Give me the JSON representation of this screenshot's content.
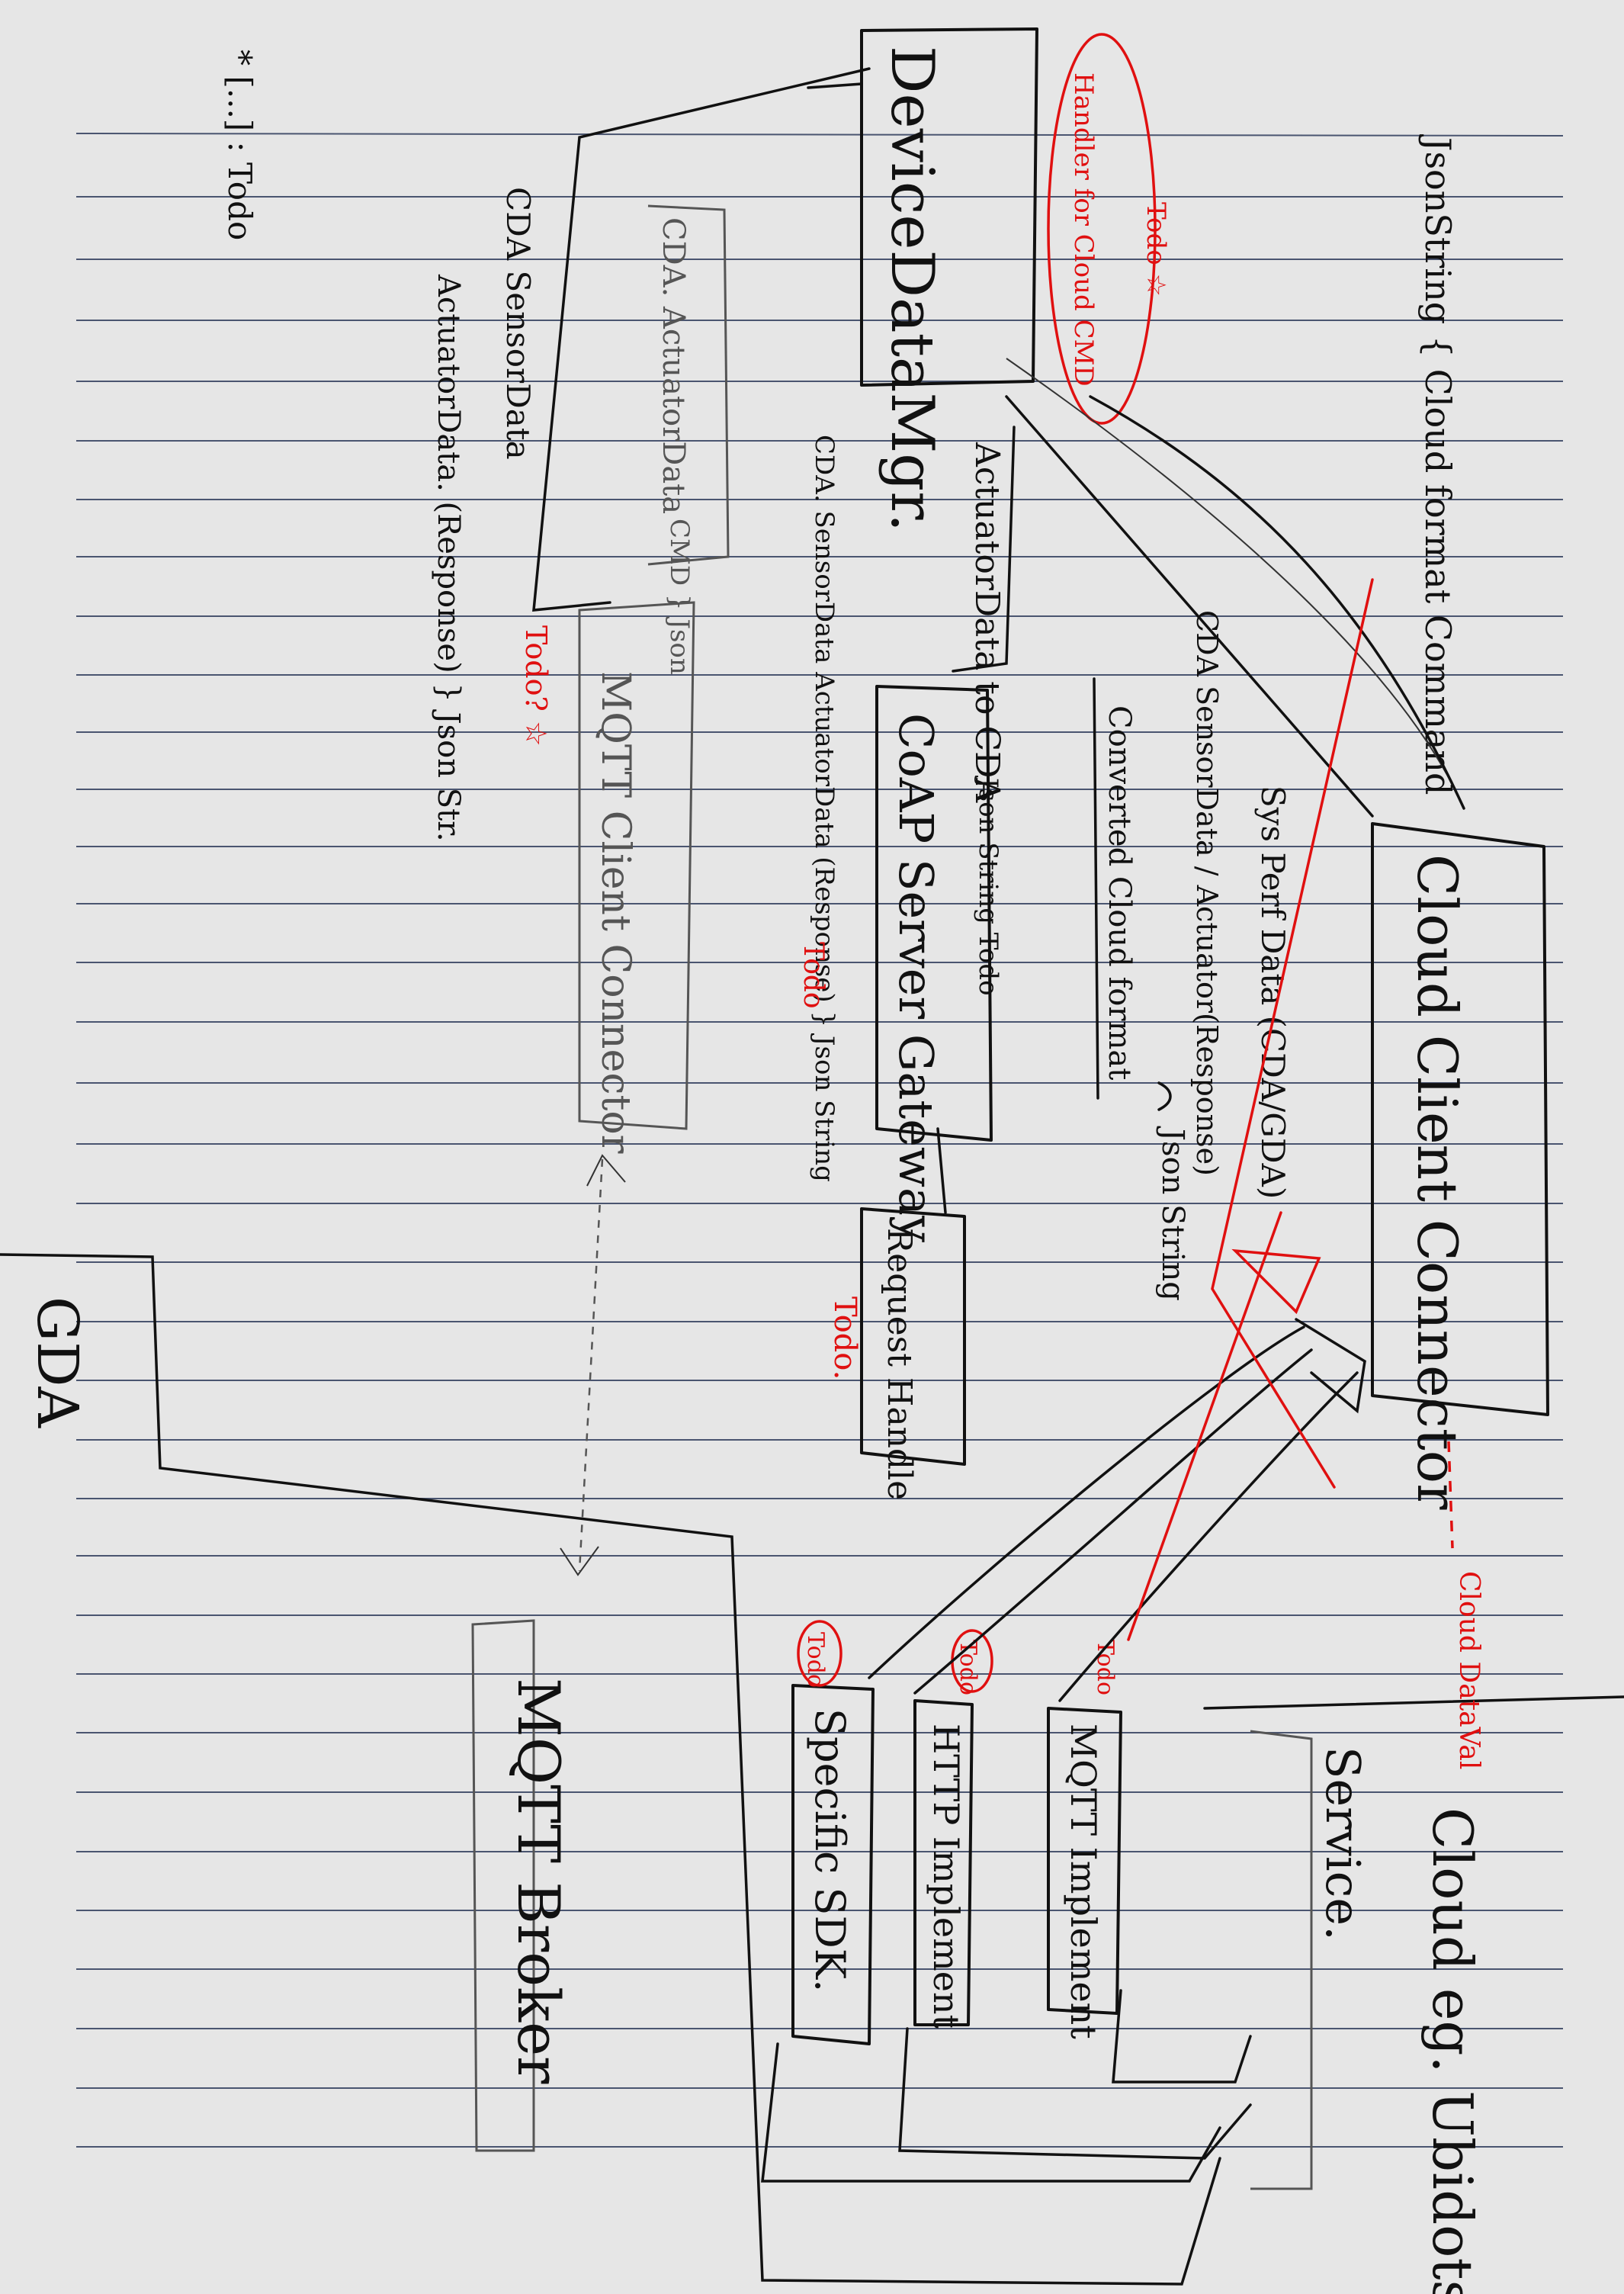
{
  "legend": "* [...] : Todo",
  "device_data_mgr": "DeviceDataMgr.",
  "handler_cloud_cmd": "Handler for Cloud CMD",
  "todo_star": "Todo ☆",
  "json_string_cloud_format_command": "JsonString { Cloud format Command",
  "cloud_client_connector": "Cloud Client Connector",
  "sys_perf_data": "Sys Perf Data (CDA/GDA)",
  "cda_sensor_actuator": "CDA SensorData / Actuator(Response)",
  "converted_cloud_format": "Converted Cloud format",
  "json_string_right": "Json String",
  "actuator_data_to_cda": "ActuatorData to CDA",
  "json_string_todo": "Json String Todo",
  "coap_server_gateway": "CoAP Server Gateway",
  "cda_sensor_actuator_response": "CDA. SensorData ActuatorData (Response) } Json String",
  "todo": "Todo",
  "request_handler": "Request Handle",
  "todo_dot": "Todo.",
  "cda_actuator_data": "CDA. ActuatorData",
  "cmd_json": "CMD } Json",
  "cda_sensor_data": "CDA SensorData",
  "actuator_data_response": "ActuatorData. (Response) } Json Str.",
  "todo_star2": "Todo? ☆",
  "mqtt_client_connector": "MQTT Client Connector",
  "gda": "GDA",
  "mqtt_broker": "MQTT Broker",
  "cloud_data_val": "Cloud DataVal",
  "specific_sdk": "Specific SDK.",
  "http_implement": "HTTP Implement",
  "mqtt_implement": "MQTT Implement",
  "cloud_eg_ubidots": "Cloud eg. Ubidots",
  "service": "Service."
}
